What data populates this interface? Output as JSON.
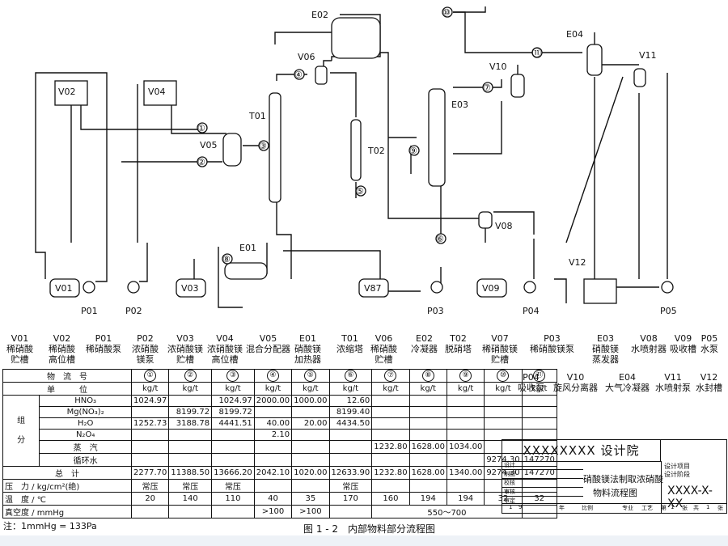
{
  "diagram": {
    "equipment_tags": [
      "E02",
      "E04",
      "V06",
      "V10",
      "V11",
      "V02",
      "V04",
      "T01",
      "E03",
      "V05",
      "T02",
      "V08",
      "E01",
      "V12",
      "V01",
      "V03",
      "V87",
      "V09"
    ],
    "pump_tags": [
      "P01",
      "P02",
      "P03",
      "P04",
      "P05"
    ],
    "stream_numbers": [
      "①",
      "②",
      "③",
      "④",
      "⑤",
      "⑥",
      "⑦",
      "⑧",
      "⑨",
      "⑩",
      "⑪"
    ]
  },
  "legend_row1": [
    {
      "tag": "V01",
      "name": "稀硝酸\n贮槽"
    },
    {
      "tag": "V02",
      "name": "稀硝酸\n高位槽"
    },
    {
      "tag": "P01",
      "name": "稀硝酸泵"
    },
    {
      "tag": "P02",
      "name": "浓硝酸\n镁泵"
    },
    {
      "tag": "V03",
      "name": "浓硝酸镁\n贮槽"
    },
    {
      "tag": "V04",
      "name": "浓硝酸镁\n高位槽"
    },
    {
      "tag": "V05",
      "name": "混合分配器"
    },
    {
      "tag": "E01",
      "name": "硝酸镁\n加热器"
    },
    {
      "tag": "T01",
      "name": "浓缩塔"
    },
    {
      "tag": "V06",
      "name": "稀硝酸\n贮槽"
    },
    {
      "tag": "E02",
      "name": "冷凝器"
    },
    {
      "tag": "T02",
      "name": "脱硝塔"
    },
    {
      "tag": "V07",
      "name": "稀硝酸镁\n贮槽"
    },
    {
      "tag": "P03",
      "name": "稀硝酸镁泵"
    },
    {
      "tag": "E03",
      "name": "硝酸镁\n蒸发器"
    },
    {
      "tag": "V08",
      "name": "水喷射器"
    },
    {
      "tag": "V09",
      "name": "吸收槽"
    },
    {
      "tag": "P05",
      "name": "水泵"
    }
  ],
  "legend_row2": [
    {
      "tag": "P04",
      "name": "吸收泵"
    },
    {
      "tag": "V10",
      "name": "旋风分离器"
    },
    {
      "tag": "E04",
      "name": "大气冷凝器"
    },
    {
      "tag": "V11",
      "name": "水喷射泵"
    },
    {
      "tag": "V12",
      "name": "水封槽"
    }
  ],
  "table": {
    "header_stream": "物　流　号",
    "header_unit": "单　　　位",
    "stream_ids": [
      "①",
      "②",
      "③",
      "④",
      "⑤",
      "⑥",
      "⑦",
      "⑧",
      "⑨",
      "⑩",
      "⑪"
    ],
    "unit": "kg/t",
    "group_label_top": "组",
    "group_label_bottom": "分",
    "components": [
      {
        "name": "HNO₃",
        "values": [
          "1024.97",
          "",
          "1024.97",
          "2000.00",
          "1000.00",
          "12.60",
          "",
          "",
          "",
          "",
          ""
        ]
      },
      {
        "name": "Mg(NO₃)₂",
        "values": [
          "",
          "8199.72",
          "8199.72",
          "",
          "",
          "8199.40",
          "",
          "",
          "",
          "",
          ""
        ]
      },
      {
        "name": "H₂O",
        "values": [
          "1252.73",
          "3188.78",
          "4441.51",
          "40.00",
          "20.00",
          "4434.50",
          "",
          "",
          "",
          "",
          ""
        ]
      },
      {
        "name": "N₂O₄",
        "values": [
          "",
          "",
          "",
          "2.10",
          "",
          "",
          "",
          "",
          "",
          "",
          ""
        ]
      },
      {
        "name": "蒸　汽",
        "values": [
          "",
          "",
          "",
          "",
          "",
          "",
          "1232.80",
          "1628.00",
          "1034.00",
          "",
          ""
        ]
      },
      {
        "name": "循环水",
        "values": [
          "",
          "",
          "",
          "",
          "",
          "",
          "",
          "",
          "",
          "9274.30",
          "147270"
        ]
      }
    ],
    "total": {
      "name": "总　计",
      "values": [
        "2277.70",
        "11388.50",
        "13666.20",
        "2042.10",
        "1020.00",
        "12633.90",
        "1232.80",
        "1628.00",
        "1340.00",
        "9274.30",
        "147270"
      ]
    },
    "pressure": {
      "name": "压　力 / kg/cm²(绝)",
      "values": [
        "常压",
        "常压",
        "常压",
        "",
        "",
        "常压",
        "",
        "",
        "",
        "",
        ""
      ]
    },
    "temperature": {
      "name": "温　度 / ℃",
      "values": [
        "20",
        "140",
        "110",
        "40",
        "35",
        "170",
        "160",
        "194",
        "194",
        "32",
        "32"
      ]
    },
    "vacuum": {
      "name": "真空度 / mmHg",
      "a": ">100",
      "b": ">100",
      "c": "550～700"
    }
  },
  "title_block": {
    "institute": "XXXXXXXX 设计院",
    "project_name": "硝酸镁法制取浓硝酸",
    "drawing_name": "物料流程图",
    "drawing_no": "XXXX-X-XX",
    "left_labels": [
      "设计",
      "制图",
      "校核",
      "审核",
      "审定"
    ],
    "right_labels": [
      "设计项目",
      "设计阶段"
    ],
    "bottom_row": [
      "1",
      "9",
      "年",
      "比例",
      "专业",
      "工艺",
      "第",
      "1",
      "张",
      "共",
      "1",
      "张"
    ]
  },
  "footnote": "注：1mmHg = 133Pa",
  "caption": "图 1 - 2　内部物料部分流程图"
}
